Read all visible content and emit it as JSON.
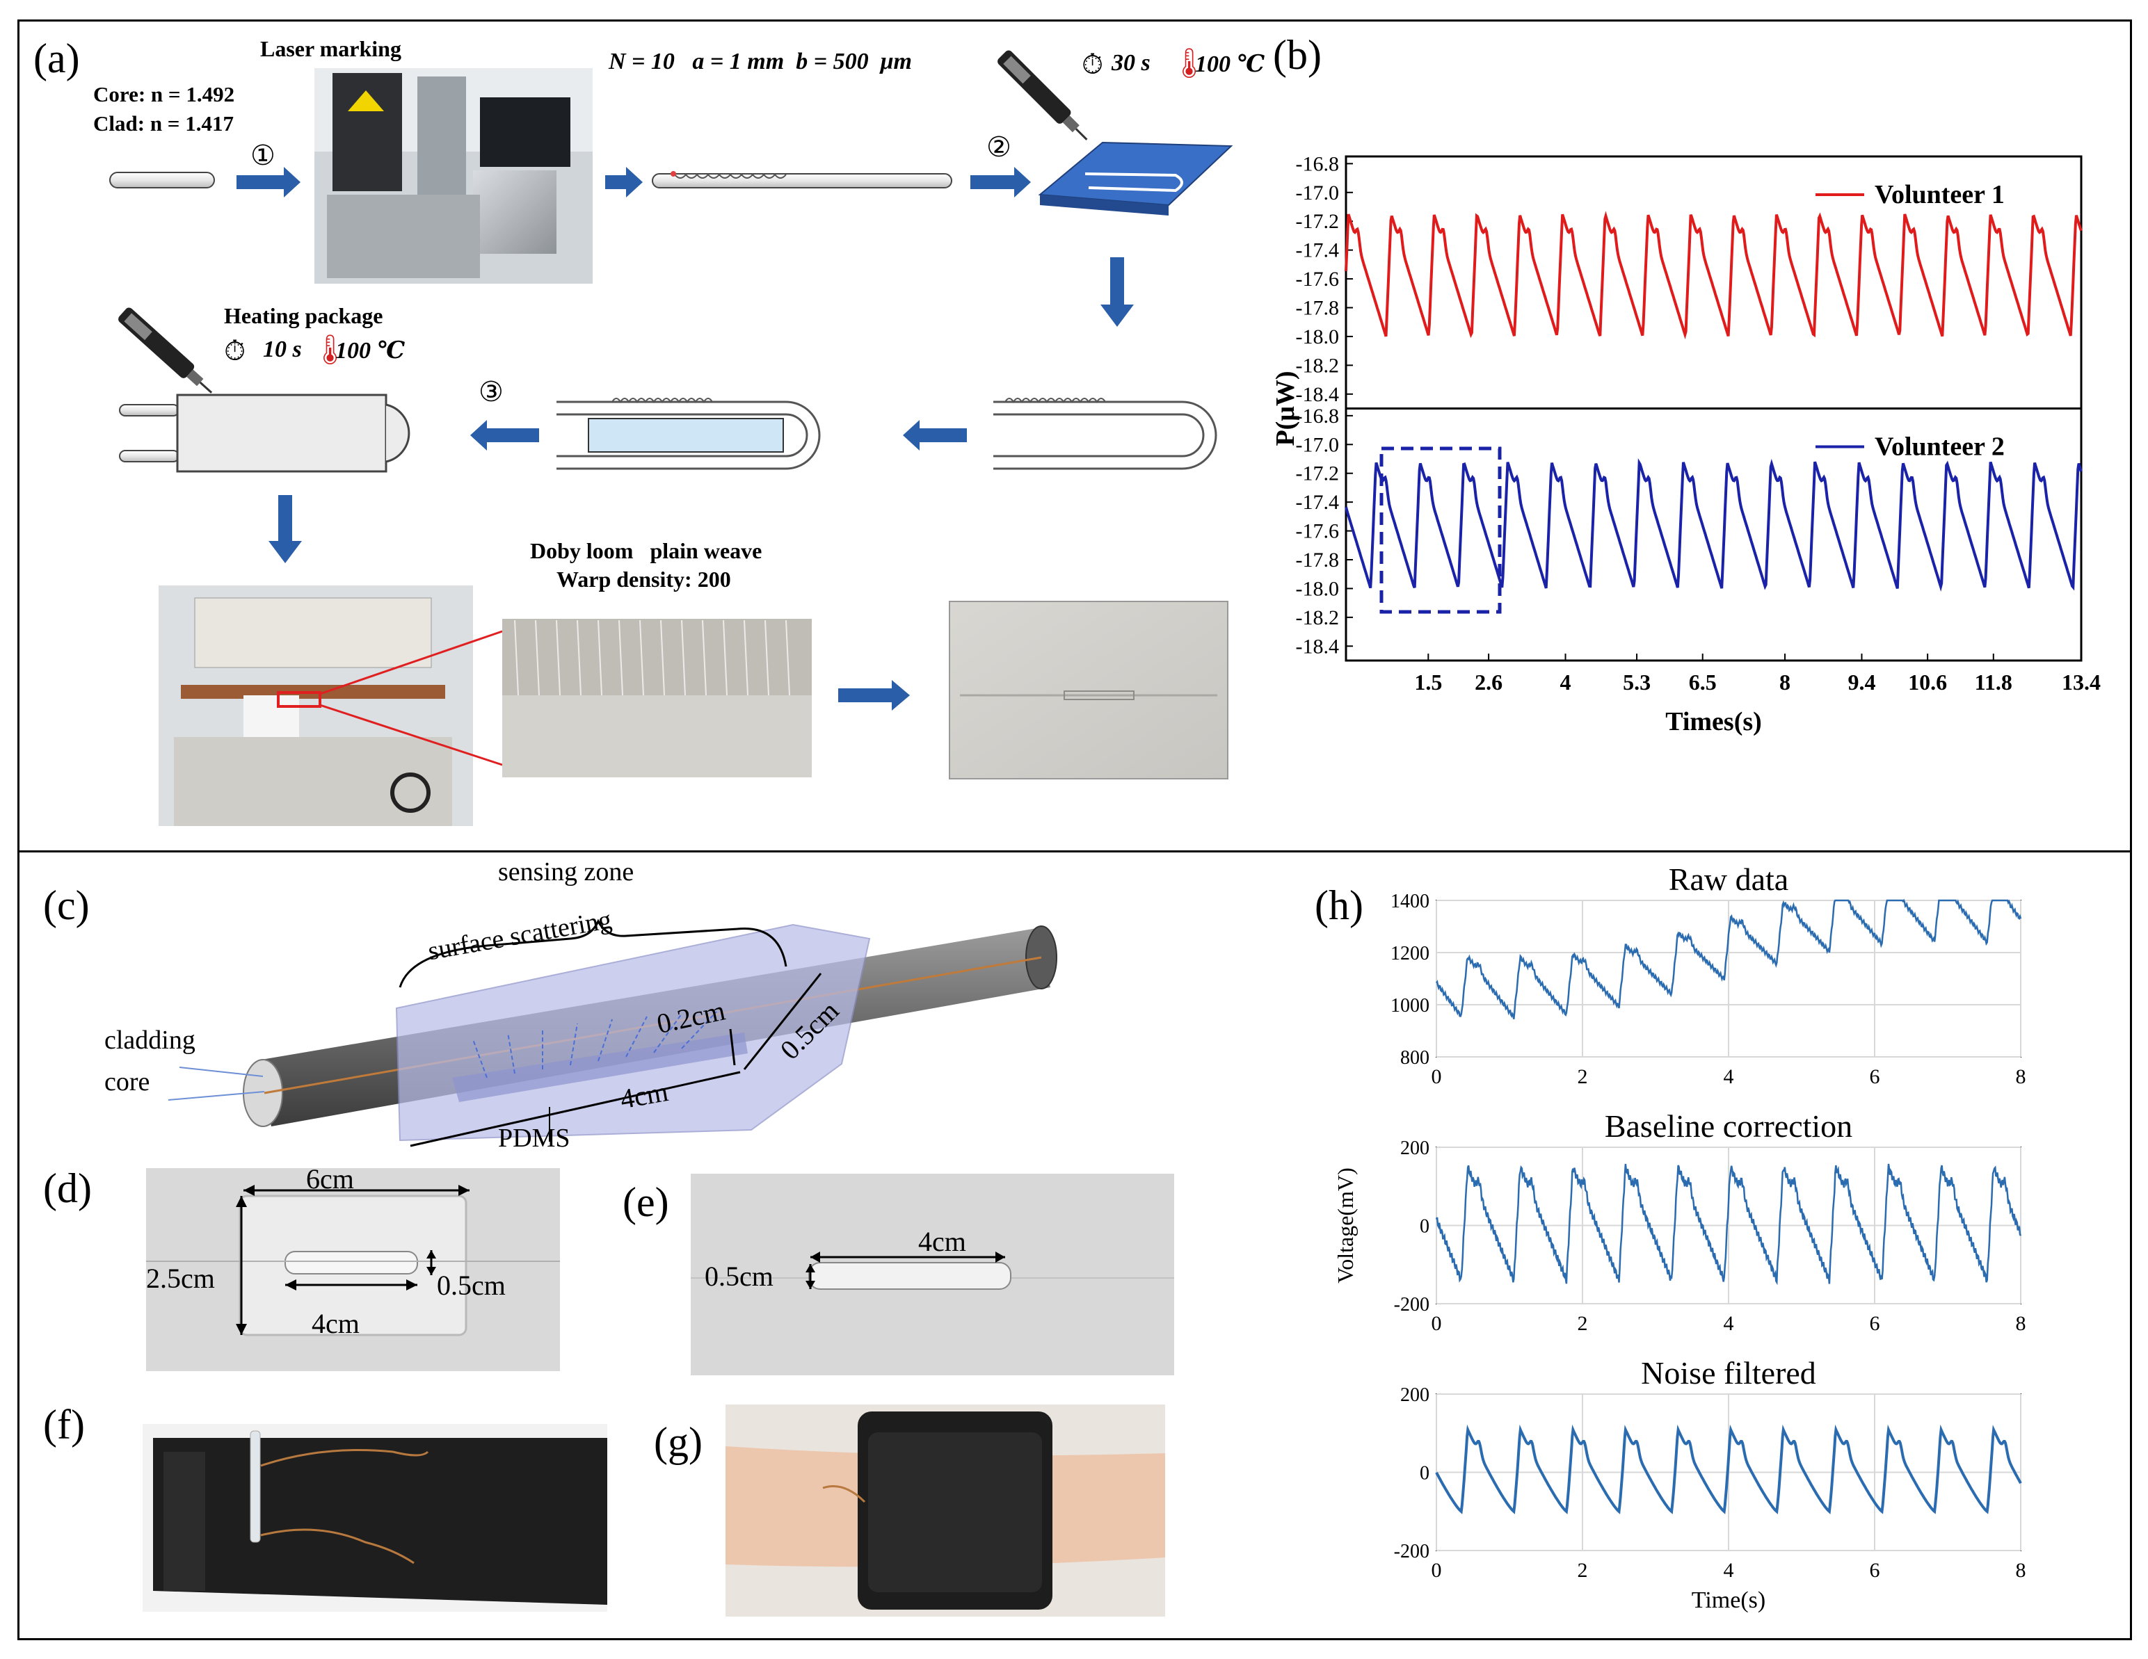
{
  "panel_labels": {
    "a": "(a)",
    "b": "(b)",
    "c": "(c)",
    "d": "(d)",
    "e": "(e)",
    "f": "(f)",
    "g": "(g)",
    "h": "(h)"
  },
  "panel_a": {
    "laser_marking_title": "Laser marking",
    "core_label": "Core: n = 1.492",
    "clad_label": "Clad: n = 1.417",
    "params_label": "N = 10   a = 1 mm  b = 500  μm",
    "step1": "①",
    "step2": "②",
    "step3": "③",
    "cure1_time": "30 s",
    "cure1_temp": "100 ℃",
    "heating_title": "Heating package",
    "cure2_time": "10 s",
    "cure2_temp": "100 ℃",
    "loom_title": "Doby loom   plain weave",
    "warp_density": "Warp density: 200"
  },
  "panel_c": {
    "sensing_zone": "sensing zone",
    "surface_scattering": "surface scattering",
    "cladding": "cladding",
    "core": "core",
    "pdms": "PDMS",
    "dim_02": "0.2cm",
    "dim_05": "0.5cm",
    "dim_4": "4cm"
  },
  "panel_d": {
    "w6": "6cm",
    "h25": "2.5cm",
    "h05": "0.5cm",
    "w4": "4cm"
  },
  "panel_e": {
    "h05": "0.5cm",
    "w4": "4cm"
  },
  "chart_data": [
    {
      "type": "line",
      "panel": "b",
      "ylabel": "P(μW)",
      "xlabel": "Times(s)",
      "xticks": [
        "1.5",
        "2.6",
        "4",
        "5.3",
        "6.5",
        "8",
        "9.4",
        "10.6",
        "11.8",
        "13.4"
      ],
      "xlim": [
        0,
        13.4
      ],
      "yticks": [
        "-16.8",
        "-17.0",
        "-17.2",
        "-17.4",
        "-17.6",
        "-17.8",
        "-18.0",
        "-18.2",
        "-18.4"
      ],
      "ylim": [
        -18.5,
        -16.75
      ],
      "series": [
        {
          "name": "Volunteer 1",
          "color": "#e01b1b",
          "period": 0.78,
          "min": -18.0,
          "max": -17.15,
          "phase": 0.05
        },
        {
          "name": "Volunteer 2",
          "color": "#1a22a8",
          "period": 0.8,
          "min": -18.0,
          "max": -17.12,
          "phase": 0.35
        }
      ]
    },
    {
      "type": "line",
      "panel": "h",
      "charts": [
        {
          "title": "Raw data",
          "ylim": [
            800,
            1400
          ],
          "yticks": [
            "800",
            "1000",
            "1200",
            "1400"
          ],
          "color": "#2b6cb0"
        },
        {
          "title": "Baseline correction",
          "ylim": [
            -200,
            200
          ],
          "yticks": [
            "-200",
            "0",
            "200"
          ],
          "ylabel": "Voltage(mV)",
          "color": "#2b6cb0"
        },
        {
          "title": "Noise filtered",
          "ylim": [
            -200,
            200
          ],
          "yticks": [
            "-200",
            "0",
            "200"
          ],
          "xlabel": "Time(s)",
          "color": "#2b6cb0"
        }
      ],
      "xlim": [
        0,
        8
      ],
      "xticks": [
        "0",
        "2",
        "4",
        "6",
        "8"
      ],
      "period": 0.72
    }
  ]
}
